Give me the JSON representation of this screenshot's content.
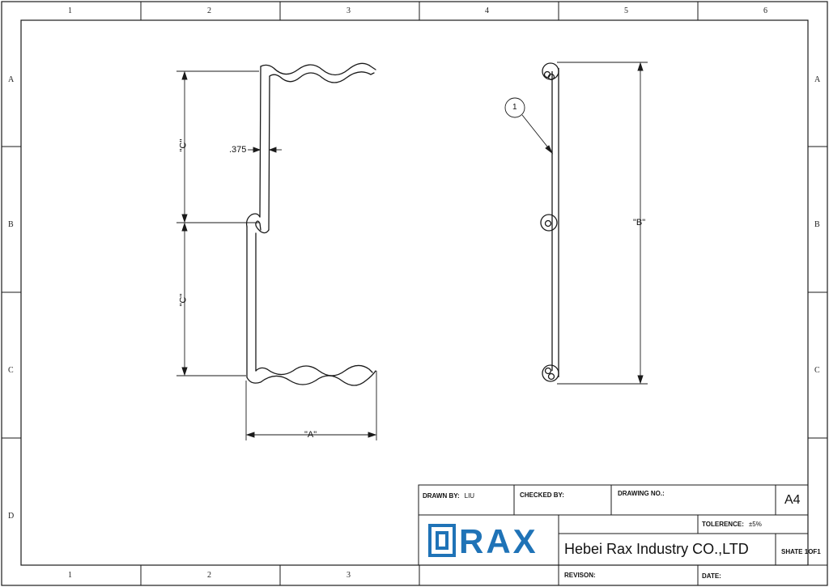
{
  "sheet": {
    "columns": [
      "1",
      "2",
      "3",
      "4",
      "5",
      "6"
    ],
    "bottom_columns": [
      "1",
      "2",
      "3"
    ],
    "rows": [
      "A",
      "B",
      "C",
      "D"
    ]
  },
  "front_view": {
    "dim_c_upper": "\"C\"",
    "dim_c_lower": "\"C\"",
    "dim_thickness": ".375",
    "dim_a": "\"A\""
  },
  "side_view": {
    "balloon": "1",
    "dim_b": "\"B\""
  },
  "title_block": {
    "drawn_by_label": "DRAWN BY:",
    "drawn_by_value": "LIU",
    "checked_by_label": "CHECKED BY:",
    "drawing_no_label": "DRAWING NO.:",
    "size": "A4",
    "tolerance_label": "TOLERENCE:",
    "tolerance_value": "±5%",
    "logo_text": "RAX",
    "company": "Hebei Rax Industry CO.,LTD",
    "sheet": "SHATE 1OF1",
    "revision_label": "REVISON:",
    "date_label": "DATE:"
  },
  "colors": {
    "line": "#1a1a1a",
    "logo_blue": "#1f73b7"
  }
}
